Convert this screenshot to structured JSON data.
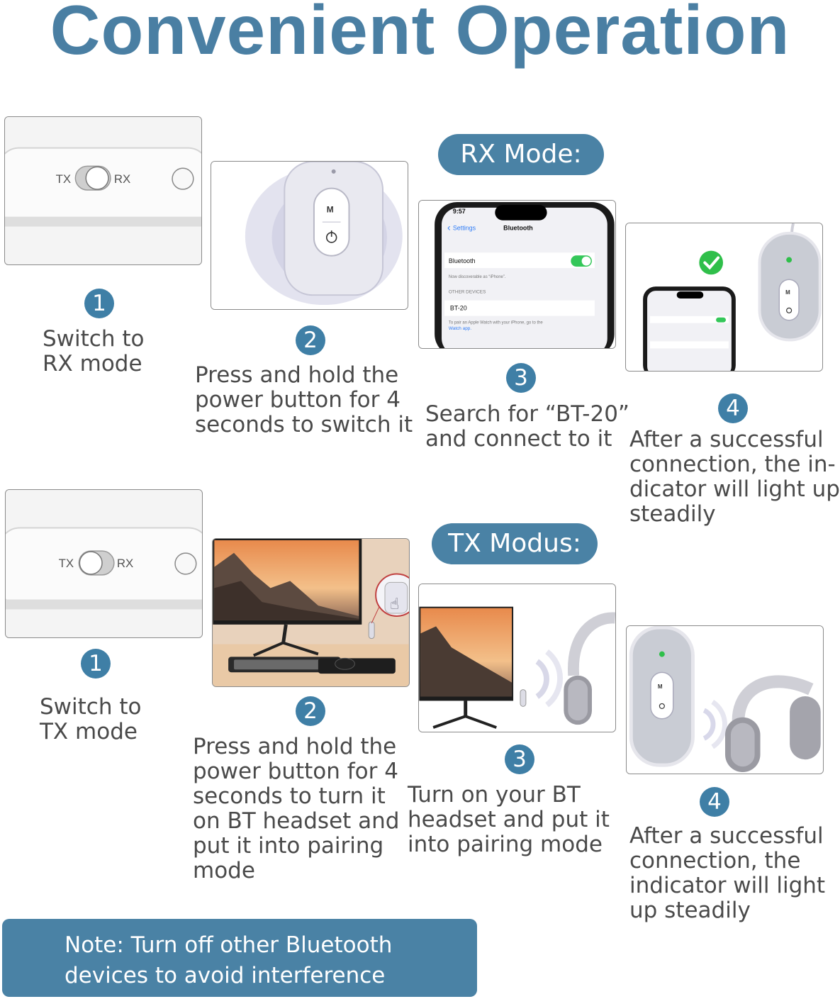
{
  "title": "Convenient Operation",
  "colors": {
    "accent": "#4a7fa3",
    "pill": "#4a82a5",
    "badge": "#3f7fa6",
    "check_green": "#2fbf4a"
  },
  "rx_section": {
    "pill_label": "RX Mode:",
    "switch_labels": {
      "tx": "TX",
      "rx": "RX"
    },
    "device_buttons": {
      "mode": "M"
    },
    "phone": {
      "time": "9:57",
      "back_label": "Settings",
      "screen_title": "Bluetooth",
      "toggle_label": "Bluetooth",
      "discoverable_text": "Now discoverable as “iPhone”.",
      "other_devices_header": "OTHER DEVICES",
      "device_name": "BT-20",
      "footer_text": "To pair an Apple Watch with your iPhone, go to the",
      "footer_link": "Watch app."
    },
    "steps": [
      {
        "number": "1",
        "text": "Switch to\nRX mode"
      },
      {
        "number": "2",
        "text": "Press and hold the\npower button for 4\nseconds to switch it"
      },
      {
        "number": "3",
        "text": "Search for “BT-20”\nand connect to it"
      },
      {
        "number": "4",
        "text": "After a successful\nconnection, the in-\ndicator will light up\nsteadily"
      }
    ]
  },
  "tx_section": {
    "pill_label": "TX Modus:",
    "switch_labels": {
      "tx": "TX",
      "rx": "RX"
    },
    "device_buttons": {
      "mode": "M"
    },
    "steps": [
      {
        "number": "1",
        "text": "Switch to\nTX mode"
      },
      {
        "number": "2",
        "text": "Press and hold the\npower button for 4\nseconds to turn it\non BT headset and\nput it into pairing\nmode"
      },
      {
        "number": "3",
        "text": "Turn on your BT\nheadset and put it\ninto pairing mode"
      },
      {
        "number": "4",
        "text": "After a successful\nconnection, the\nindicator will light\nup steadily"
      }
    ]
  },
  "note": "Note: Turn off other Bluetooth\ndevices to avoid interference"
}
